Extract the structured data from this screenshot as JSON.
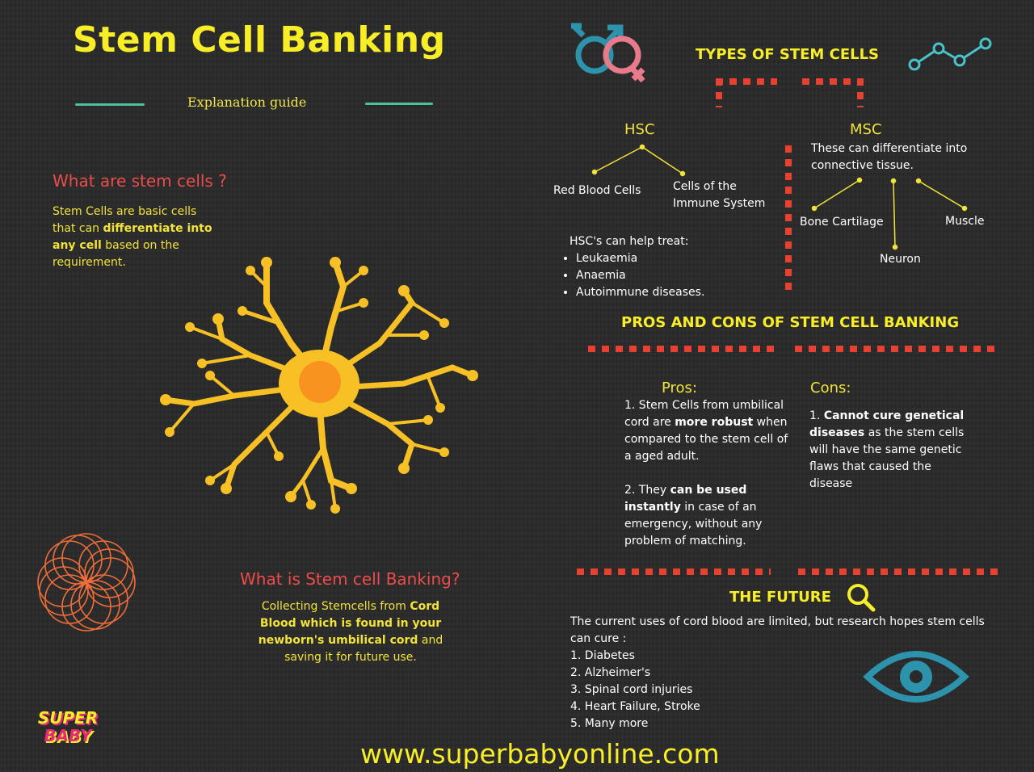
{
  "header": {
    "title": "Stem Cell Banking",
    "subtitle": "Explanation guide"
  },
  "what_are": {
    "heading": "What are stem cells ?",
    "line1": "Stem Cells are basic cells",
    "line2_pre": "that can ",
    "line2_bold": "differentiate into",
    "line3_bold": "any cell",
    "line3_post": " based on the",
    "line4": "requirement."
  },
  "banking": {
    "heading": "What is Stem cell Banking?",
    "line1_pre": "Collecting Stemcells from ",
    "line1_bold": "Cord",
    "line2_bold": "Blood which is found in your",
    "line3_bold": "newborn's umbilical cord",
    "line3_post": " and",
    "line4": "saving it for future use."
  },
  "types": {
    "heading": "TYPES OF STEM CELLS",
    "hsc": {
      "label": "HSC",
      "child1": "Red Blood Cells",
      "child2_line1": "Cells of the",
      "child2_line2": "Immune System",
      "treat_heading": "HSC's can help treat:",
      "treats": [
        "Leukaemia",
        "Anaemia",
        "Autoimmune diseases."
      ]
    },
    "msc": {
      "label": "MSC",
      "desc_line1": "These can differentiate into",
      "desc_line2": "connective tissue.",
      "child1": "Bone Cartilage",
      "child2": "Neuron",
      "child3": "Muscle"
    }
  },
  "pros_cons": {
    "heading": "PROS AND CONS OF STEM CELL BANKING",
    "pros_label": "Pros:",
    "pro1_line1": "1. Stem Cells from umbilical",
    "pro1_line2_pre": "cord are ",
    "pro1_line2_bold": "more robust",
    "pro1_line2_post": " when",
    "pro1_line3": "compared to the stem cell of",
    "pro1_line4": "a aged adult.",
    "pro2_line1_pre": "2. They ",
    "pro2_line1_bold": "can be used",
    "pro2_line2_bold": "instantly",
    "pro2_line2_post": " in case of an",
    "pro2_line3": "emergency, without any",
    "pro2_line4": "problem of matching.",
    "cons_label": "Cons:",
    "con1_line1_pre": "1. ",
    "con1_line1_bold": "Cannot cure genetical",
    "con1_line2_bold": "diseases",
    "con1_line2_post": " as the stem cells",
    "con1_line3": "will have the same genetic",
    "con1_line4": "flaws that caused the",
    "con1_line5": "disease"
  },
  "future": {
    "heading": "THE FUTURE",
    "intro_line1": "The current uses of cord blood are limited, but research hopes stem cells",
    "intro_line2": "can cure :",
    "items": [
      "1. Diabetes",
      "2. Alzheimer's",
      "3. Spinal cord injuries",
      "4. Heart Failure, Stroke",
      "5. Many more"
    ]
  },
  "footer": {
    "url": "www.superbabyonline.com",
    "logo_line1": "SUPER",
    "logo_line2": "BABY"
  },
  "icons": [
    "gender-symbols-icon",
    "line-graph-icon",
    "magnifier-icon",
    "eye-icon",
    "spirograph-icon",
    "nerve-cell-icon"
  ],
  "colors": {
    "background": "#2a2a2a",
    "title_yellow": "#f8ee27",
    "heading_red": "#ec4c4c",
    "dash_orange_red": "#e8412f",
    "teal": "#2d93ad",
    "cell_yellow": "#f7c125",
    "nucleus_orange": "#f7931e",
    "pink": "#e97a8a"
  }
}
